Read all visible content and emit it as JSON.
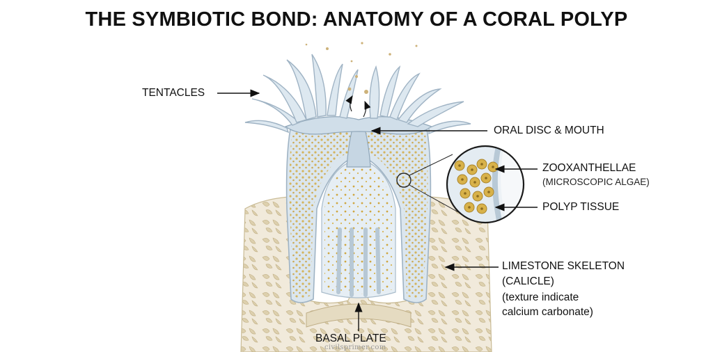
{
  "title": "THE SYMBIOTIC BOND: ANATOMY OF A CORAL POLYP",
  "labels": {
    "tentacles": "TENTACLES",
    "oral_disc": "ORAL DISC & MOUTH",
    "zooxanthellae": "ZOOXANTHELLAE",
    "zooxanthellae_sub": "(MICROSCOPIC ALGAE)",
    "polyp_tissue": "POLYP TISSUE",
    "skeleton_line1": "LIMESTONE SKELETON",
    "skeleton_line2": "(CALICLE)",
    "skeleton_line3": "(texture indicate",
    "skeleton_line4": "calcium carbonate)",
    "basal_plate": "BASAL PLATE"
  },
  "watermark": "civilsprimer.com",
  "colors": {
    "tissue": "#d7e3ec",
    "tissue_edge": "#9fb3c4",
    "algae": "#d8b24a",
    "skeleton": "#efe7d2",
    "skeleton_edge": "#c9bb95",
    "arrow": "#111111"
  }
}
